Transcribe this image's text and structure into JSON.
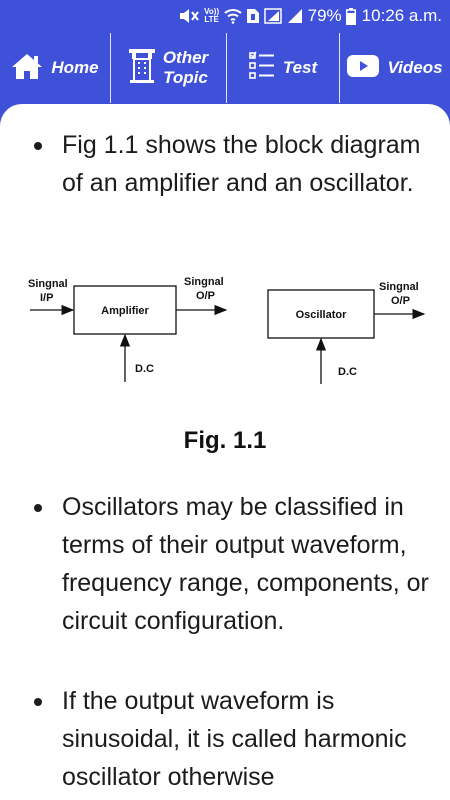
{
  "status_bar": {
    "lte": "Vo)) LTE",
    "battery": "79%",
    "time": "10:26 a.m."
  },
  "nav": {
    "home": "Home",
    "other_line1": "Other",
    "other_line2": "Topic",
    "test": "Test",
    "videos": "Videos"
  },
  "content": {
    "bullet1": "Fig 1.1 shows the block diagram of an amplifier and an oscillator.",
    "bullet2": "Oscillators may be classified in terms of their output waveform, frequency range, components, or circuit configuration.",
    "bullet3": "If the output waveform is sinusoidal, it is called harmonic oscillator otherwise"
  },
  "diagram": {
    "amp_in_line1": "Singnal",
    "amp_in_line2": "I/P",
    "amp_out_line1": "Singnal",
    "amp_out_line2": "O/P",
    "amp_box": "Amplifier",
    "amp_dc": "D.C",
    "osc_out_line1": "Singnal",
    "osc_out_line2": "O/P",
    "osc_box": "Oscillator",
    "osc_dc": "D.C"
  },
  "figure_caption": "Fig. 1.1",
  "colors": {
    "brand": "#3F51D9",
    "text": "#1c1c1c",
    "background": "#ffffff"
  }
}
